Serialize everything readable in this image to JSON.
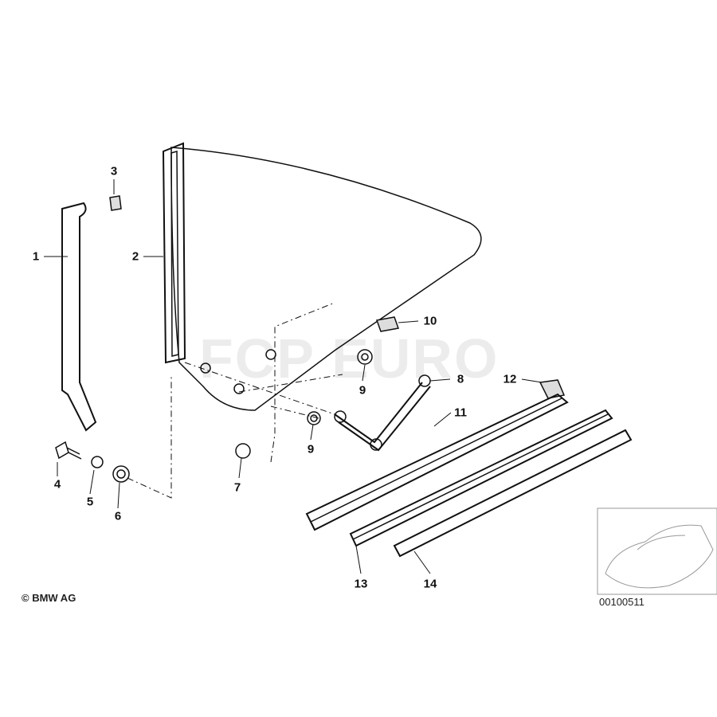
{
  "diagram": {
    "callouts": [
      "1",
      "2",
      "3",
      "4",
      "5",
      "6",
      "7",
      "8",
      "9",
      "9",
      "10",
      "11",
      "12",
      "13",
      "14"
    ],
    "copyright": "© BMW AG",
    "diagram_number": "00100511",
    "watermark": "FCP EURO"
  }
}
